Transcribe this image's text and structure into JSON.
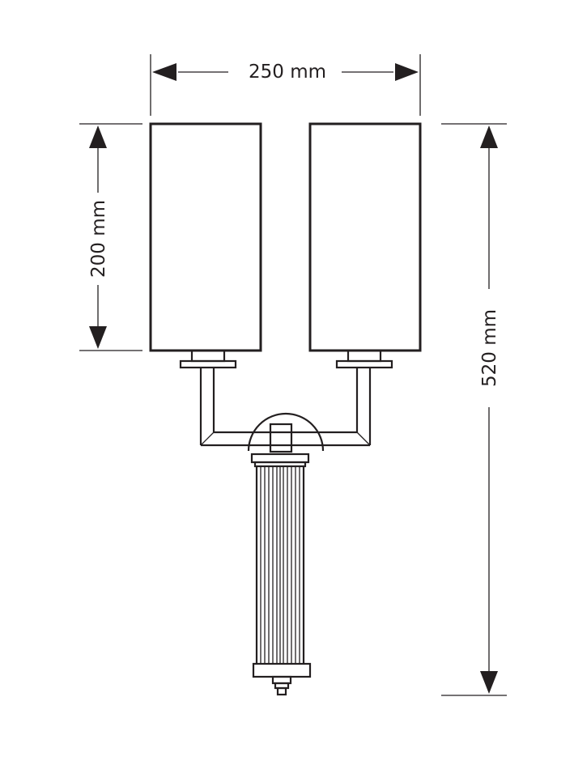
{
  "dimensions": {
    "width": "250 mm",
    "shade_height": "200 mm",
    "total_height": "520 mm"
  },
  "colors": {
    "line": "#231f20",
    "background": "#ffffff"
  }
}
